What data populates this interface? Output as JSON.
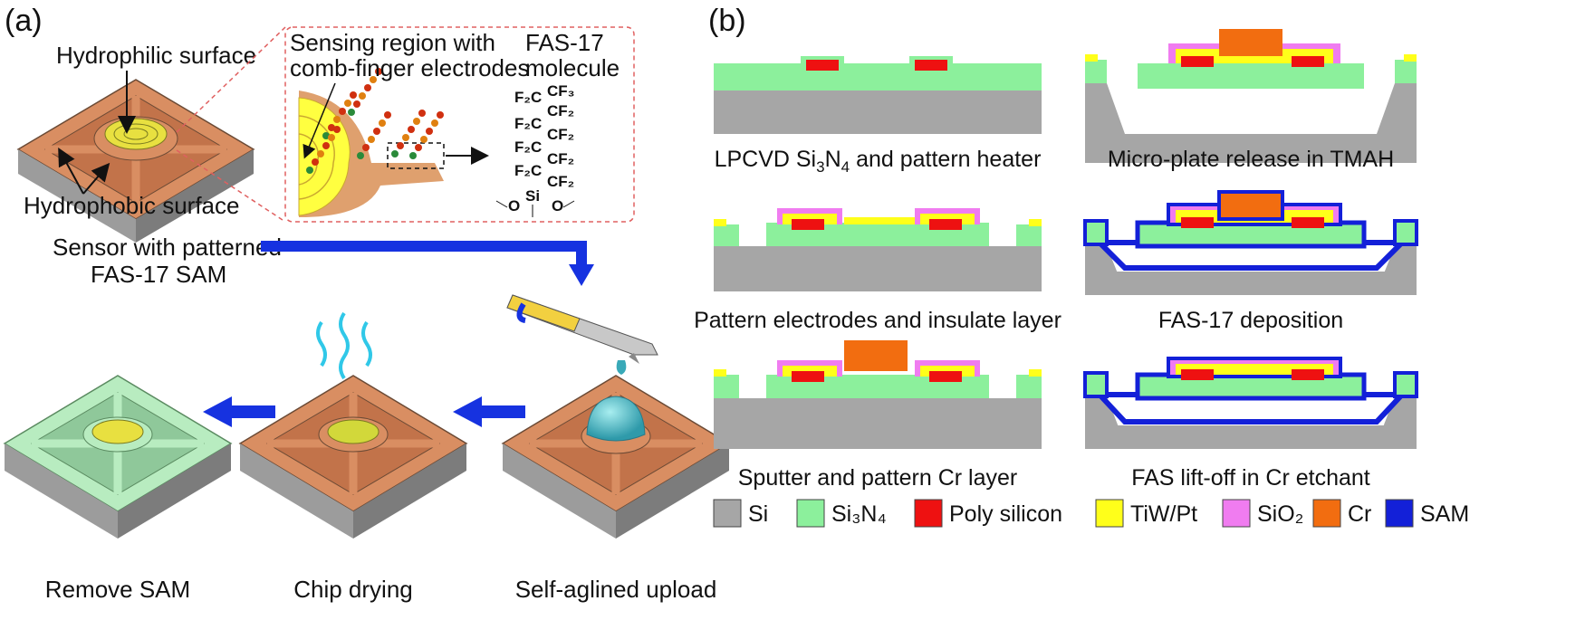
{
  "panel_a": {
    "label": "(a)",
    "hydrophilic_label": "Hydrophilic  surface",
    "hydrophobic_label": "Hydrophobic surface",
    "inset_label_line1": "Sensing region with",
    "inset_label_line2": "comb-finger electrodes",
    "molecule_label_line1": "FAS-17",
    "molecule_label_line2": "molecule",
    "molecule_formula": [
      "F₂C",
      "CF₃",
      "CF₂",
      "F₂C",
      "CF₂",
      "F₂C",
      "CF₂",
      "F₂C",
      "CF₂",
      "Si",
      "O",
      "O"
    ],
    "sensor_caption_line1": "Sensor with patterned",
    "sensor_caption_line2": "FAS-17 SAM",
    "step_remove": "Remove SAM",
    "step_drying": "Chip drying",
    "step_upload": "Self-aglined upload"
  },
  "panel_b": {
    "label": "(b)",
    "steps": [
      {
        "caption_pre": "LPCVD Si",
        "caption_sub": "3",
        "caption_mid": "N",
        "caption_sub2": "4",
        "caption_post": " and pattern heater"
      },
      {
        "caption": "Micro-plate release in TMAH"
      },
      {
        "caption": "Pattern electrodes and insulate layer"
      },
      {
        "caption": "FAS-17 deposition"
      },
      {
        "caption": "Sputter and pattern Cr layer"
      },
      {
        "caption": "FAS lift-off in Cr etchant"
      }
    ],
    "legend": [
      {
        "name": "Si",
        "color": "#a6a6a6"
      },
      {
        "name": "Si₃N₄",
        "color": "#8cf09c"
      },
      {
        "name": "Poly silicon",
        "color": "#ee1111"
      },
      {
        "name": "TiW/Pt",
        "color": "#ffff1a"
      },
      {
        "name": "SiO₂",
        "color": "#f07cf0"
      },
      {
        "name": "Cr",
        "color": "#f26d10"
      },
      {
        "name": "SAM",
        "color": "#1320d8"
      }
    ]
  },
  "colors": {
    "chip_copper": "#d98e62",
    "chip_side": "#9c9c9c",
    "chip_green": "#b8ecc0",
    "arrow_blue": "#1632e0",
    "steam_cyan": "#30c8e8",
    "droplet": "#39a9b8",
    "electrode_yellow": "#e8e040"
  }
}
